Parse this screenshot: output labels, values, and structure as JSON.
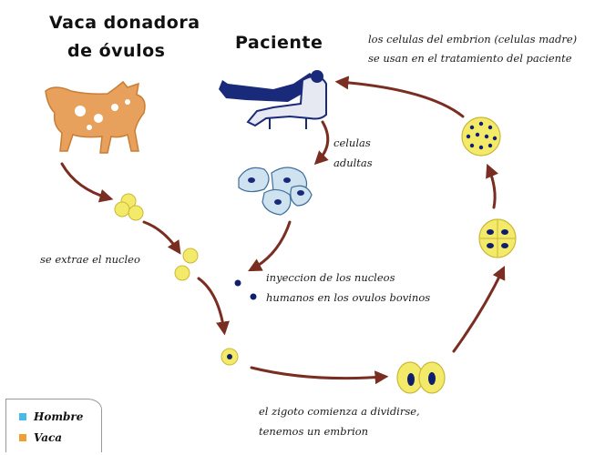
{
  "headings": {
    "donor": [
      "Vaca donadora",
      "de óvulos"
    ],
    "patient": "Paciente"
  },
  "notes": {
    "embryo_cells": [
      "los celulas del embrion (celulas madre)",
      "se usan en el tratamiento del  paciente"
    ],
    "adult_cells": [
      "celulas",
      "adultas"
    ],
    "nucleus_extract": "se extrae el nucleo",
    "injection": [
      "inyeccion de los nucleos",
      "humanos en los ovulos bovinos"
    ],
    "zygote": [
      "el zigoto comienza a dividirse,",
      "tenemos un embrion"
    ]
  },
  "legend": {
    "items": [
      {
        "label": "Hombre",
        "color": "#4ab8e8"
      },
      {
        "label": "Vaca",
        "color": "#f0a030"
      }
    ]
  },
  "colors": {
    "arrow": "#7a2e22",
    "cow": "#e8a15c",
    "egg": "#f4ea6a",
    "human_nucleus": "#0f1f6e",
    "patient": "#1a2a7a"
  }
}
